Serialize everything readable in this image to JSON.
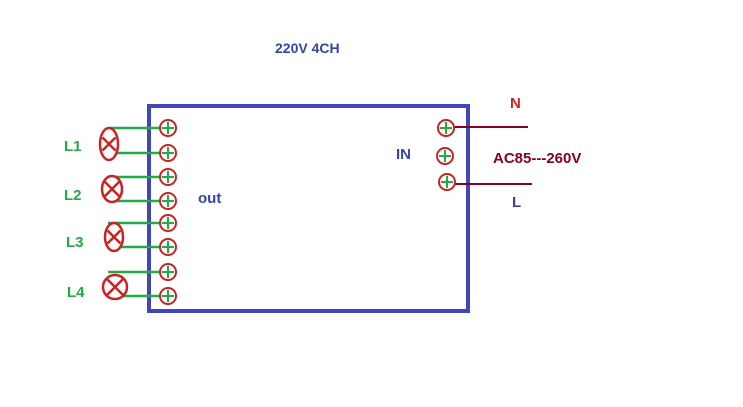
{
  "diagram": {
    "title": "220V 4CH",
    "output_label": "out",
    "input_label": "IN",
    "neutral_label": "N",
    "live_label": "L",
    "voltage_label": "AC85---260V",
    "loads": [
      {
        "label": "L1"
      },
      {
        "label": "L2"
      },
      {
        "label": "L3"
      },
      {
        "label": "L4"
      }
    ]
  },
  "colors": {
    "board": "#4444bb",
    "title_text": "#3344aa",
    "terminal": "#cc2222",
    "terminal_mark": "#22aa44",
    "wire_out": "#22aa44",
    "wire_in": "#880022",
    "lamp": "#cc2222",
    "load_text": "#22aa44",
    "neutral_text": "#cc2222",
    "live_text": "#334499",
    "voltage_text": "#880022"
  }
}
